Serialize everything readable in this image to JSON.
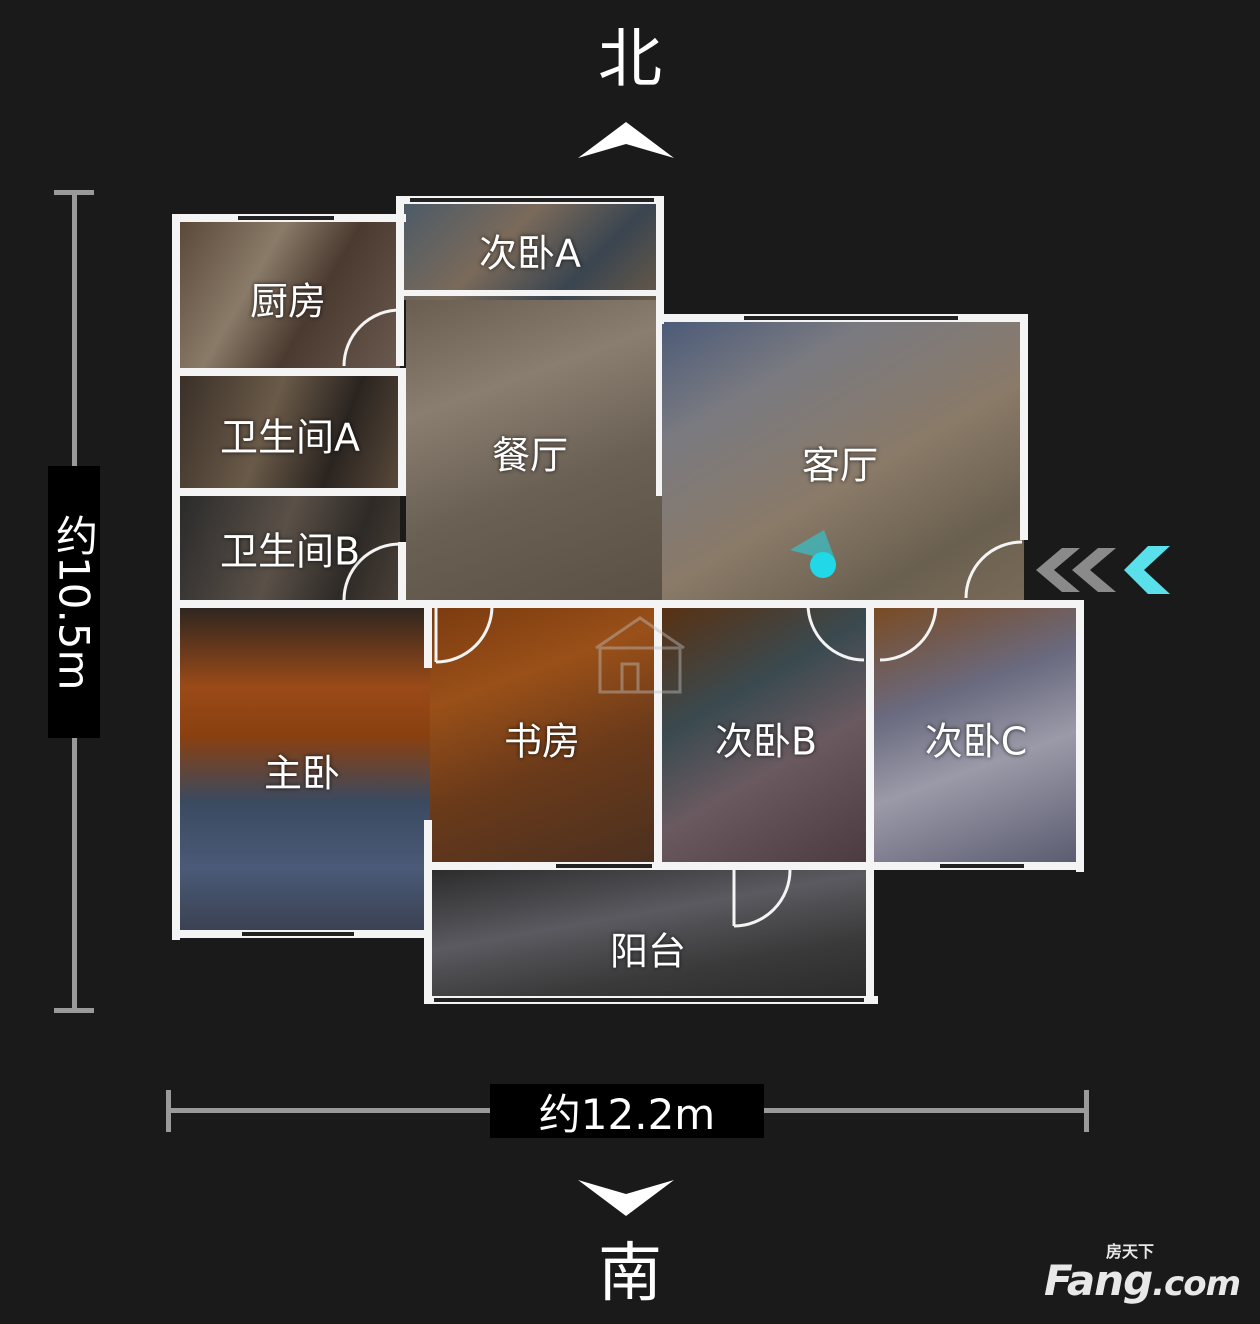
{
  "compass": {
    "north": "北",
    "south": "南"
  },
  "dimensions": {
    "height": "约10.5m",
    "width": "约12.2m"
  },
  "rooms": {
    "second_bedroom_a": "次卧A",
    "kitchen": "厨房",
    "bathroom_a": "卫生间A",
    "bathroom_b": "卫生间B",
    "dining": "餐厅",
    "living": "客厅",
    "master": "主卧",
    "study": "书房",
    "second_bedroom_b": "次卧B",
    "second_bedroom_c": "次卧C",
    "balcony": "阳台"
  },
  "watermark": {
    "brand_top": "房天下",
    "brand_main": "Fang",
    "brand_suffix": ".com"
  },
  "colors": {
    "background": "#1a1a1a",
    "wall": "#f4f4f4",
    "position_marker": "#20d8e8",
    "entrance_arrow": "#5ae0ea",
    "entrance_arrow_dim": "#8a8a8a"
  }
}
